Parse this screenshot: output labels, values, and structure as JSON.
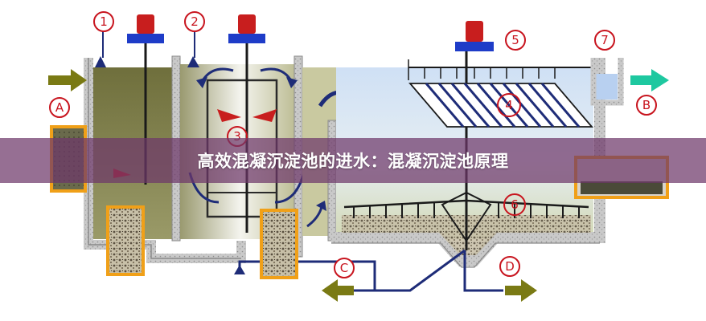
{
  "banner": {
    "title": "高效混凝沉淀池的进水：混凝沉淀池原理"
  },
  "labels": {
    "n1": "1",
    "n2": "2",
    "n3": "3",
    "n4": "4",
    "n5": "5",
    "n6": "6",
    "n7": "7",
    "A": "A",
    "B": "B",
    "C": "C",
    "D": "D"
  },
  "colors": {
    "tank_wall": "#c8c8c8",
    "mixing_water": "#8a8a52",
    "clear_water": "#cfe0f5",
    "settled_water": "#d8e0c8",
    "arrow_olive": "#7a7a14",
    "arrow_teal": "#1ec8a0",
    "arrow_navy": "#1e2c78",
    "label_red": "#c8141e",
    "sample_frame": "#f0a018",
    "motor_red": "#c81e1e",
    "motor_blue": "#1e3cc8",
    "banner_bg": "#6e3769"
  },
  "icons": [
    "motor-icon",
    "flow-arrow-icon",
    "rotation-arrow-icon"
  ]
}
